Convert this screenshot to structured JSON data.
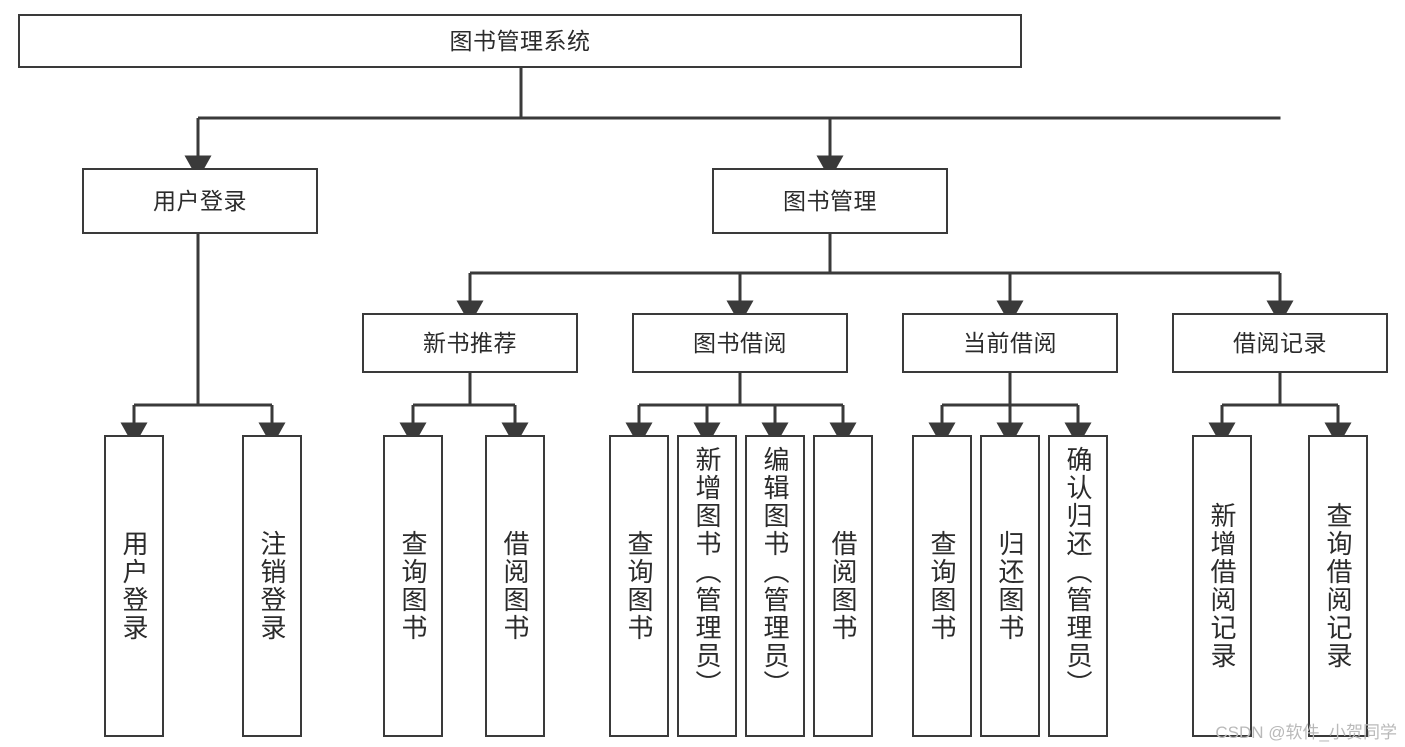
{
  "diagram": {
    "title": "图书管理系统",
    "type": "function-structure-tree",
    "watermark": "CSDN @软件_小贺同学",
    "colors": {
      "background": "#ffffff",
      "node_border": "#3a3a3a",
      "node_fill": "#ffffff",
      "edge": "#3a3a3a",
      "text": "#2b2b2b",
      "watermark": "#b9b9b9"
    },
    "levels": {
      "root": {
        "label": "图书管理系统"
      },
      "level2": [
        {
          "id": "user-login",
          "label": "用户登录"
        },
        {
          "id": "book-manage",
          "label": "图书管理"
        }
      ],
      "level3": [
        {
          "id": "new-book-rec",
          "label": "新书推荐"
        },
        {
          "id": "book-borrow",
          "label": "图书借阅"
        },
        {
          "id": "current-borrow",
          "label": "当前借阅"
        },
        {
          "id": "borrow-record",
          "label": "借阅记录"
        }
      ],
      "leaves": {
        "user-login": [
          {
            "id": "leaf-user-login",
            "label": "用户登录",
            "align": "center"
          },
          {
            "id": "leaf-logout",
            "label": "注销登录",
            "align": "center"
          }
        ],
        "new-book-rec": [
          {
            "id": "leaf-query-book-1",
            "label": "查询图书",
            "align": "center"
          },
          {
            "id": "leaf-borrow-book-1",
            "label": "借阅图书",
            "align": "center"
          }
        ],
        "book-borrow": [
          {
            "id": "leaf-query-book-2",
            "label": "查询图书",
            "align": "center"
          },
          {
            "id": "leaf-add-book",
            "label": "新增图书（管理员）",
            "align": "top"
          },
          {
            "id": "leaf-edit-book",
            "label": "编辑图书（管理员）",
            "align": "top"
          },
          {
            "id": "leaf-borrow-book-2",
            "label": "借阅图书",
            "align": "center"
          }
        ],
        "current-borrow": [
          {
            "id": "leaf-query-book-3",
            "label": "查询图书",
            "align": "center"
          },
          {
            "id": "leaf-return-book",
            "label": "归还图书",
            "align": "center"
          },
          {
            "id": "leaf-confirm-return",
            "label": "确认归还（管理员）",
            "align": "top"
          }
        ],
        "borrow-record": [
          {
            "id": "leaf-add-record",
            "label": "新增借阅记录",
            "align": "center"
          },
          {
            "id": "leaf-query-record",
            "label": "查询借阅记录",
            "align": "center"
          }
        ]
      }
    }
  }
}
